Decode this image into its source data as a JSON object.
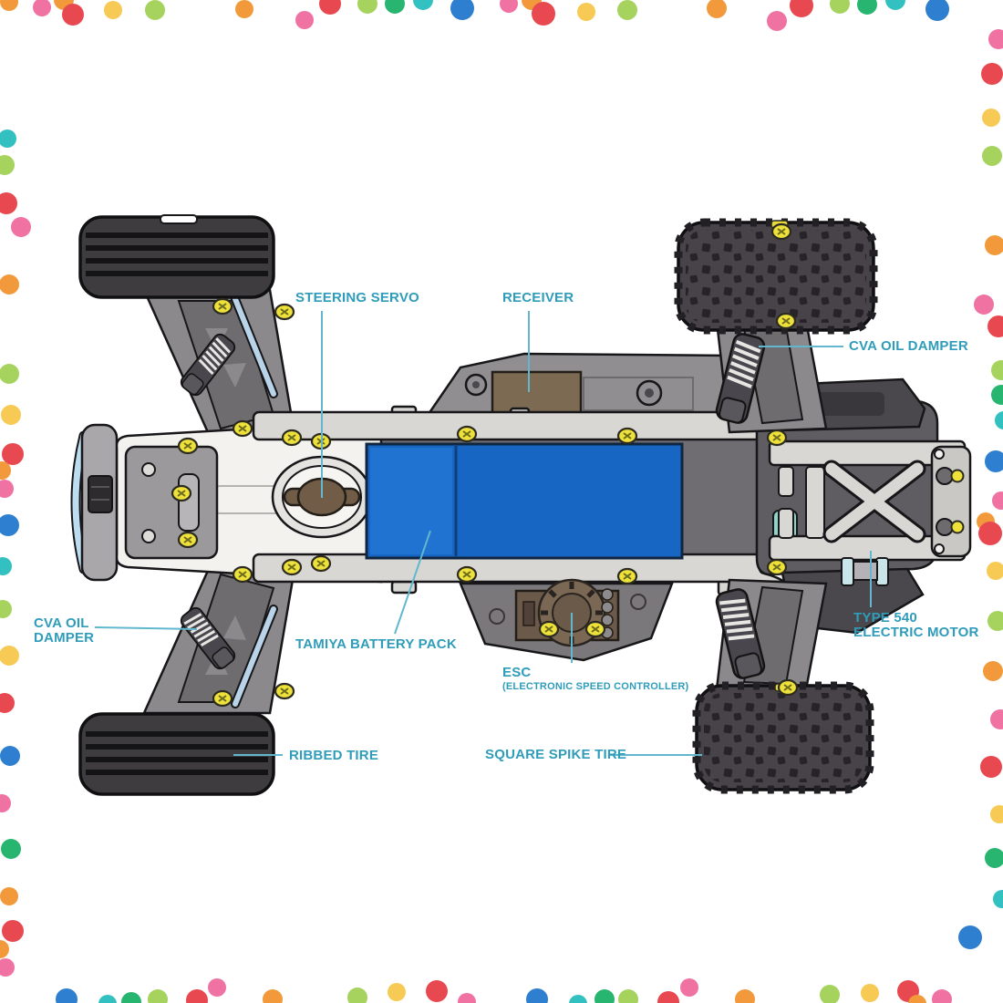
{
  "diagram": {
    "labels": {
      "steering_servo": "STEERING SERVO",
      "receiver": "RECEIVER",
      "cva_damper_right": "CVA OIL DAMPER",
      "cva_damper_left_line1": "CVA OIL",
      "cva_damper_left_line2": "DAMPER",
      "type540_line1": "TYPE 540",
      "type540_line2": "ELECTRIC MOTOR",
      "battery": "TAMIYA BATTERY PACK",
      "esc": "ESC",
      "esc_sub": "(ELECTRONIC SPEED CONTROLLER)",
      "ribbed_tire": "RIBBED TIRE",
      "square_spike_tire": "SQUARE SPIKE TIRE"
    },
    "palette": {
      "label_text": "#2f9cba",
      "leader_line": "#62b7cf",
      "battery_blue": "#1766c4",
      "chassis_light": "#d8d7d3",
      "chassis_mid": "#8b898c",
      "chassis_dark": "#4b484d",
      "tire_dark": "#3e3c3f",
      "screw_yellow": "#efe13b",
      "teal_accent": "#8fd4c8",
      "brown_electronics": "#6f5b46"
    },
    "dot_colors": {
      "red": "#e8484f",
      "pink": "#ef72a2",
      "orange": "#f29a3b",
      "yellow": "#f6ca54",
      "lightgreen": "#a5d35e",
      "green": "#27b56f",
      "teal": "#32c0c0",
      "blue": "#2e7fd0"
    },
    "dots": [
      [
        10,
        2,
        10,
        "orange"
      ],
      [
        46,
        8,
        10,
        "pink"
      ],
      [
        70,
        0,
        11,
        "orange"
      ],
      [
        80,
        16,
        12,
        "red"
      ],
      [
        124,
        11,
        10,
        "yellow"
      ],
      [
        170,
        11,
        11,
        "lightgreen"
      ],
      [
        268,
        10,
        10,
        "orange"
      ],
      [
        334,
        22,
        10,
        "pink"
      ],
      [
        362,
        4,
        12,
        "red"
      ],
      [
        403,
        4,
        11,
        "lightgreen"
      ],
      [
        433,
        4,
        11,
        "green"
      ],
      [
        464,
        0,
        11,
        "teal"
      ],
      [
        507,
        9,
        13,
        "blue"
      ],
      [
        558,
        4,
        10,
        "pink"
      ],
      [
        583,
        0,
        11,
        "orange"
      ],
      [
        596,
        15,
        13,
        "red"
      ],
      [
        643,
        13,
        10,
        "yellow"
      ],
      [
        688,
        11,
        11,
        "lightgreen"
      ],
      [
        786,
        9,
        11,
        "orange"
      ],
      [
        852,
        23,
        11,
        "pink"
      ],
      [
        879,
        6,
        13,
        "red"
      ],
      [
        921,
        4,
        11,
        "lightgreen"
      ],
      [
        951,
        5,
        11,
        "green"
      ],
      [
        982,
        0,
        11,
        "teal"
      ],
      [
        1028,
        10,
        13,
        "blue"
      ],
      [
        1095,
        43,
        11,
        "pink"
      ],
      [
        1088,
        81,
        12,
        "red"
      ],
      [
        1087,
        129,
        10,
        "yellow"
      ],
      [
        1088,
        171,
        11,
        "lightgreen"
      ],
      [
        1091,
        269,
        11,
        "orange"
      ],
      [
        1079,
        334,
        11,
        "pink"
      ],
      [
        1095,
        358,
        12,
        "red"
      ],
      [
        1098,
        406,
        11,
        "lightgreen"
      ],
      [
        1098,
        433,
        11,
        "green"
      ],
      [
        1101,
        461,
        10,
        "teal"
      ],
      [
        1092,
        506,
        12,
        "blue"
      ],
      [
        1098,
        549,
        10,
        "pink"
      ],
      [
        1081,
        572,
        10,
        "orange"
      ],
      [
        1086,
        585,
        13,
        "red"
      ],
      [
        1092,
        626,
        10,
        "yellow"
      ],
      [
        1094,
        681,
        11,
        "lightgreen"
      ],
      [
        1089,
        736,
        11,
        "orange"
      ],
      [
        1097,
        789,
        11,
        "pink"
      ],
      [
        1087,
        841,
        12,
        "red"
      ],
      [
        1096,
        893,
        10,
        "yellow"
      ],
      [
        1091,
        941,
        11,
        "green"
      ],
      [
        1099,
        986,
        10,
        "teal"
      ],
      [
        1064,
        1028,
        13,
        "blue"
      ],
      [
        8,
        152,
        10,
        "teal"
      ],
      [
        5,
        181,
        11,
        "lightgreen"
      ],
      [
        7,
        223,
        12,
        "red"
      ],
      [
        23,
        249,
        11,
        "pink"
      ],
      [
        10,
        312,
        11,
        "orange"
      ],
      [
        10,
        410,
        11,
        "lightgreen"
      ],
      [
        12,
        455,
        11,
        "yellow"
      ],
      [
        14,
        498,
        12,
        "red"
      ],
      [
        2,
        516,
        10,
        "orange"
      ],
      [
        5,
        536,
        10,
        "pink"
      ],
      [
        9,
        576,
        12,
        "blue"
      ],
      [
        3,
        621,
        10,
        "teal"
      ],
      [
        3,
        668,
        10,
        "lightgreen"
      ],
      [
        10,
        719,
        11,
        "yellow"
      ],
      [
        5,
        771,
        11,
        "red"
      ],
      [
        11,
        829,
        11,
        "blue"
      ],
      [
        2,
        881,
        10,
        "pink"
      ],
      [
        12,
        931,
        11,
        "green"
      ],
      [
        10,
        983,
        10,
        "orange"
      ],
      [
        14,
        1021,
        12,
        "red"
      ],
      [
        0,
        1041,
        10,
        "orange"
      ],
      [
        6,
        1061,
        10,
        "pink"
      ],
      [
        73,
        1096,
        12,
        "blue"
      ],
      [
        118,
        1101,
        10,
        "teal"
      ],
      [
        144,
        1099,
        11,
        "green"
      ],
      [
        173,
        1096,
        11,
        "lightgreen"
      ],
      [
        216,
        1097,
        12,
        "red"
      ],
      [
        238,
        1083,
        10,
        "pink"
      ],
      [
        299,
        1096,
        11,
        "orange"
      ],
      [
        392,
        1094,
        11,
        "lightgreen"
      ],
      [
        435,
        1088,
        10,
        "yellow"
      ],
      [
        479,
        1087,
        12,
        "red"
      ],
      [
        512,
        1099,
        10,
        "pink"
      ],
      [
        589,
        1096,
        12,
        "blue"
      ],
      [
        634,
        1101,
        10,
        "teal"
      ],
      [
        663,
        1096,
        11,
        "green"
      ],
      [
        689,
        1096,
        11,
        "lightgreen"
      ],
      [
        733,
        1099,
        12,
        "red"
      ],
      [
        756,
        1083,
        10,
        "pink"
      ],
      [
        817,
        1096,
        11,
        "orange"
      ],
      [
        910,
        1091,
        11,
        "lightgreen"
      ],
      [
        954,
        1089,
        10,
        "yellow"
      ],
      [
        996,
        1087,
        12,
        "red"
      ],
      [
        1006,
        1101,
        10,
        "orange"
      ],
      [
        1033,
        1096,
        11,
        "pink"
      ]
    ]
  }
}
